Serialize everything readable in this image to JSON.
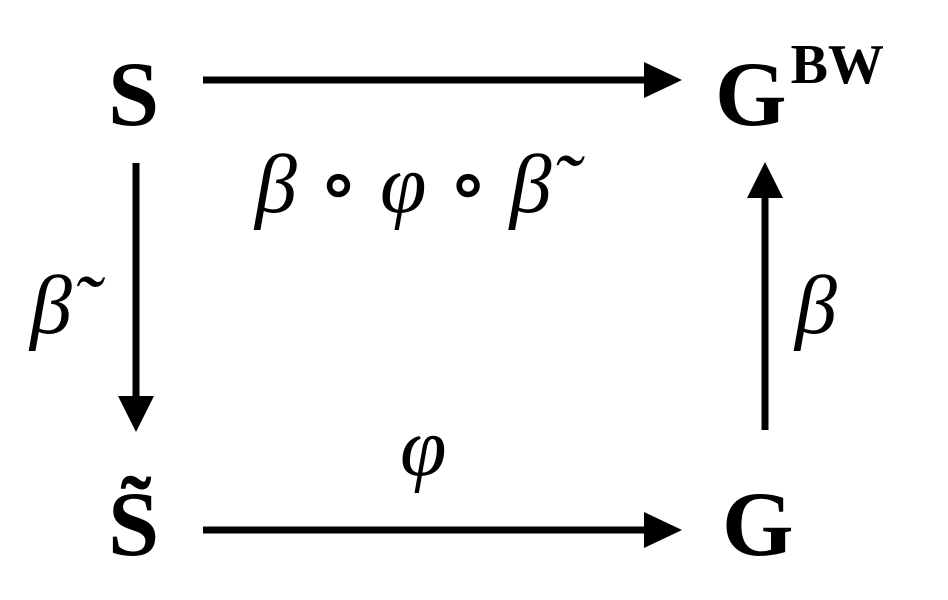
{
  "diagram": {
    "nodes": {
      "top_left": "S",
      "bottom_left": "S̃",
      "top_right": "G",
      "top_right_superscript": "BW",
      "bottom_right": "G"
    },
    "arrows": {
      "top": "β ∘ φ ∘ β̃",
      "left": "β̃",
      "right": "β",
      "bottom": "φ"
    },
    "colors": {
      "foreground": "#000000",
      "background": "#ffffff"
    }
  }
}
